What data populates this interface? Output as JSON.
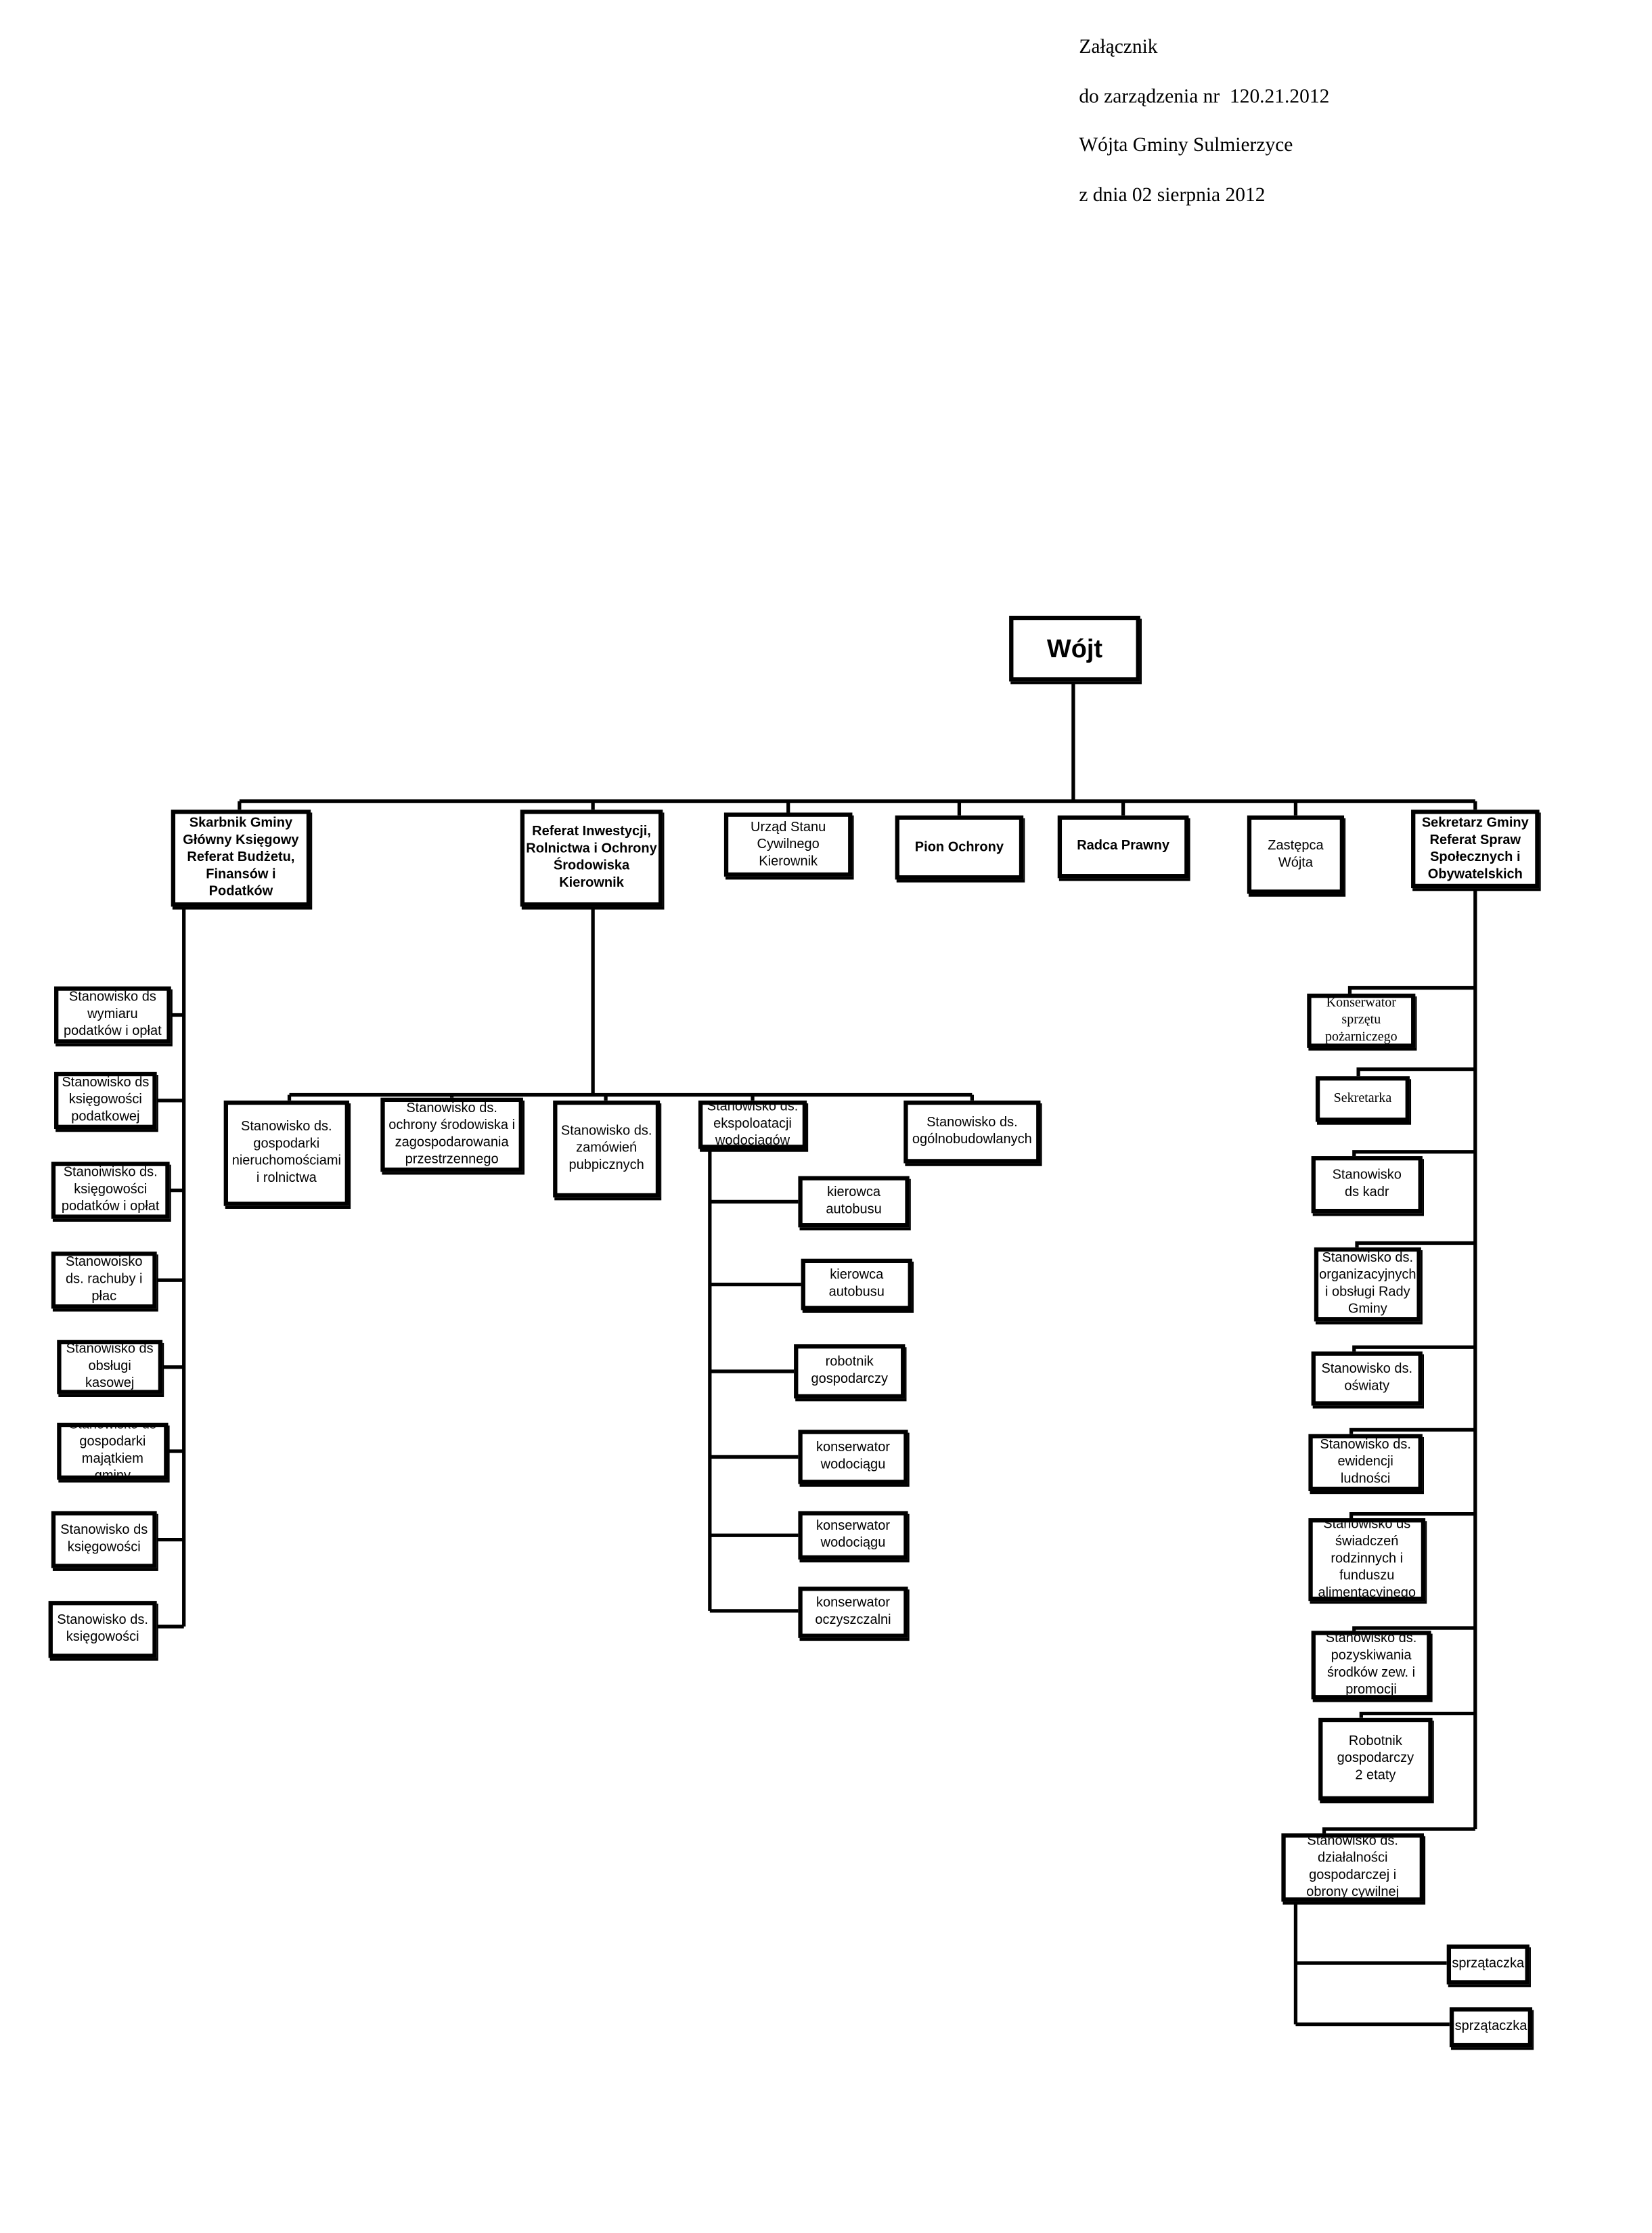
{
  "header": {
    "line1": "Załącznik",
    "line2": "do zarządzenia nr  120.21.2012",
    "line3": "Wójta Gminy Sulmierzyce",
    "line4": "z dnia 02 sierpnia 2012"
  },
  "root": "Wójt",
  "level1": [
    "Skarbnik Gminy\nGłówny Księgowy\nReferat Budżetu, Finansów i Podatków",
    "Referat Inwestycji, Rolnictwa i Ochrony\nŚrodowiska\nKierownik",
    "Urząd Stanu Cywilnego\nKierownik",
    "Pion Ochrony",
    "Radca  Prawny",
    "Zastępca Wójta",
    "Sekretarz Gminy\nReferat Spraw Społecznych i Obywatelskich"
  ],
  "finance_units": [
    "Stanowisko ds wymiaru podatków i opłat",
    "Stanowisko ds księgowości podatkowej",
    "Stanoiwisko ds. księgowości podatków i opłat",
    "Stanowoisko ds. rachuby i płac",
    "Stanowisko ds obsługi kasowej",
    "Stanowisko ds gospodarki majątkiem gminy",
    "Stanowisko ds księgowości",
    "Stanowisko ds. księgowości"
  ],
  "investment_units": [
    "Stanowisko ds.\ngospodarki nieruchomościami i rolnictwa",
    "Stanowisko ds. ochrony środowiska i zagospodarowania przestrzennego",
    "Stanowisko ds. zamówień pubpicznych",
    "Stanowisko ds. ekspoloatacji wodociągów",
    "Stanowisko ds. ogólnobudowlanych"
  ],
  "water_units": [
    "kierowca\nautobusu",
    "kierowca\nautobusu",
    "robotnik gospodarczy",
    "konserwator wodociągu",
    "konserwator wodociągu",
    "konserwator oczyszczalni"
  ],
  "secretary_units": [
    "Konserwator sprzętu pożarniczego",
    "Sekretarka",
    "Stanowisko\nds kadr",
    "Stanowisko ds. organizacyjnych i obsługi Rady Gminy",
    "Stanowisko ds. oświaty",
    "Stanowisko ds.\newidencji ludności",
    "Stanowisko ds świadczeń rodzinnych i funduszu alimentacyjnego",
    "Stanowisko ds. pozyskiwania środków zew. i promocji",
    "Robotnik gospodarczy\n2 etaty",
    "Stanowisko ds. działalności gospodarczej i obrony cywilnej"
  ],
  "cleaning_units": [
    "sprzątaczka",
    "sprzątaczka"
  ]
}
